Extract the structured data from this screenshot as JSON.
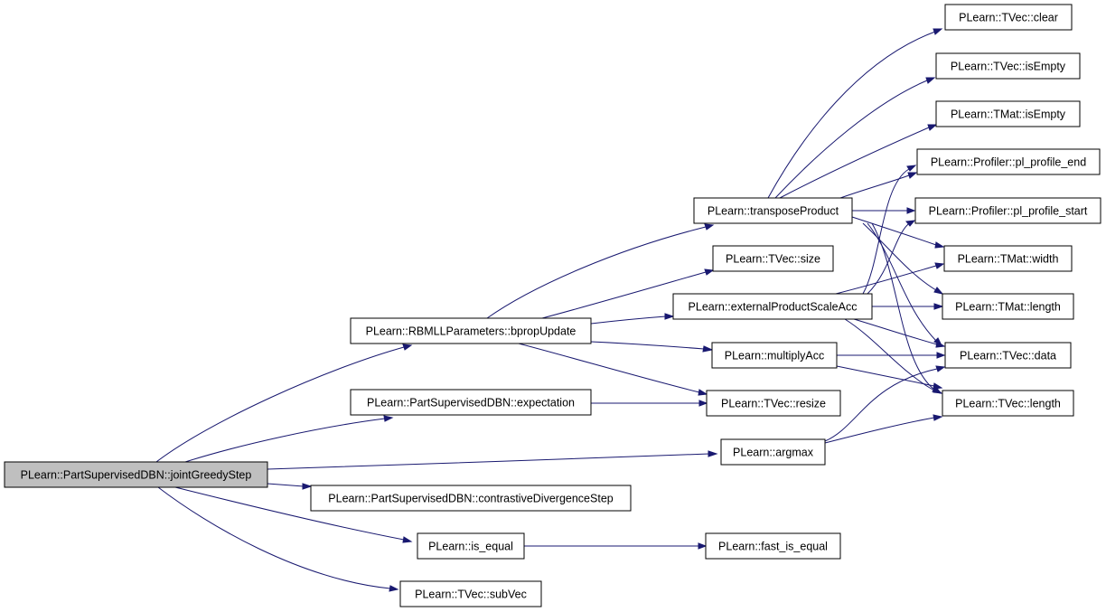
{
  "colors": {
    "edge": "#191970",
    "node_fill": "#ffffff",
    "root_fill": "#bfbfbf",
    "node_border": "#000000"
  },
  "nodes": [
    {
      "id": "root",
      "label": "PLearn::PartSupervisedDBN::jointGreedyStep",
      "root": true
    },
    {
      "id": "bprop",
      "label": "PLearn::RBMLLParameters::bpropUpdate"
    },
    {
      "id": "expect",
      "label": "PLearn::PartSupervisedDBN::expectation"
    },
    {
      "id": "contrast",
      "label": "PLearn::PartSupervisedDBN::contrastiveDivergenceStep"
    },
    {
      "id": "isequal",
      "label": "PLearn::is_equal"
    },
    {
      "id": "subvec",
      "label": "PLearn::TVec::subVec"
    },
    {
      "id": "transpose",
      "label": "PLearn::transposeProduct"
    },
    {
      "id": "tvecsize",
      "label": "PLearn::TVec::size"
    },
    {
      "id": "extprod",
      "label": "PLearn::externalProductScaleAcc"
    },
    {
      "id": "multacc",
      "label": "PLearn::multiplyAcc"
    },
    {
      "id": "resize",
      "label": "PLearn::TVec::resize"
    },
    {
      "id": "argmax",
      "label": "PLearn::argmax"
    },
    {
      "id": "fastisequal",
      "label": "PLearn::fast_is_equal"
    },
    {
      "id": "clear",
      "label": "PLearn::TVec::clear"
    },
    {
      "id": "tvecempty",
      "label": "PLearn::TVec::isEmpty"
    },
    {
      "id": "tmatempty",
      "label": "PLearn::TMat::isEmpty"
    },
    {
      "id": "profend",
      "label": "PLearn::Profiler::pl_profile_end"
    },
    {
      "id": "profstart",
      "label": "PLearn::Profiler::pl_profile_start"
    },
    {
      "id": "width",
      "label": "PLearn::TMat::width"
    },
    {
      "id": "tmatlen",
      "label": "PLearn::TMat::length"
    },
    {
      "id": "data",
      "label": "PLearn::TVec::data"
    },
    {
      "id": "tveclen",
      "label": "PLearn::TVec::length"
    }
  ],
  "edges": [
    {
      "from": "root",
      "to": "bprop"
    },
    {
      "from": "root",
      "to": "expect"
    },
    {
      "from": "root",
      "to": "argmax"
    },
    {
      "from": "root",
      "to": "contrast"
    },
    {
      "from": "root",
      "to": "isequal"
    },
    {
      "from": "root",
      "to": "subvec"
    },
    {
      "from": "bprop",
      "to": "transpose"
    },
    {
      "from": "bprop",
      "to": "tvecsize"
    },
    {
      "from": "bprop",
      "to": "extprod"
    },
    {
      "from": "bprop",
      "to": "multacc"
    },
    {
      "from": "bprop",
      "to": "resize"
    },
    {
      "from": "expect",
      "to": "resize"
    },
    {
      "from": "isequal",
      "to": "fastisequal"
    },
    {
      "from": "transpose",
      "to": "clear"
    },
    {
      "from": "transpose",
      "to": "tvecempty"
    },
    {
      "from": "transpose",
      "to": "tmatempty"
    },
    {
      "from": "transpose",
      "to": "profend"
    },
    {
      "from": "transpose",
      "to": "profstart"
    },
    {
      "from": "transpose",
      "to": "width"
    },
    {
      "from": "transpose",
      "to": "tmatlen"
    },
    {
      "from": "transpose",
      "to": "data"
    },
    {
      "from": "transpose",
      "to": "tveclen"
    },
    {
      "from": "extprod",
      "to": "profend"
    },
    {
      "from": "extprod",
      "to": "profstart"
    },
    {
      "from": "extprod",
      "to": "width"
    },
    {
      "from": "extprod",
      "to": "tmatlen"
    },
    {
      "from": "extprod",
      "to": "data"
    },
    {
      "from": "extprod",
      "to": "tveclen"
    },
    {
      "from": "multacc",
      "to": "data"
    },
    {
      "from": "multacc",
      "to": "tveclen"
    },
    {
      "from": "argmax",
      "to": "data"
    },
    {
      "from": "argmax",
      "to": "tveclen"
    }
  ]
}
